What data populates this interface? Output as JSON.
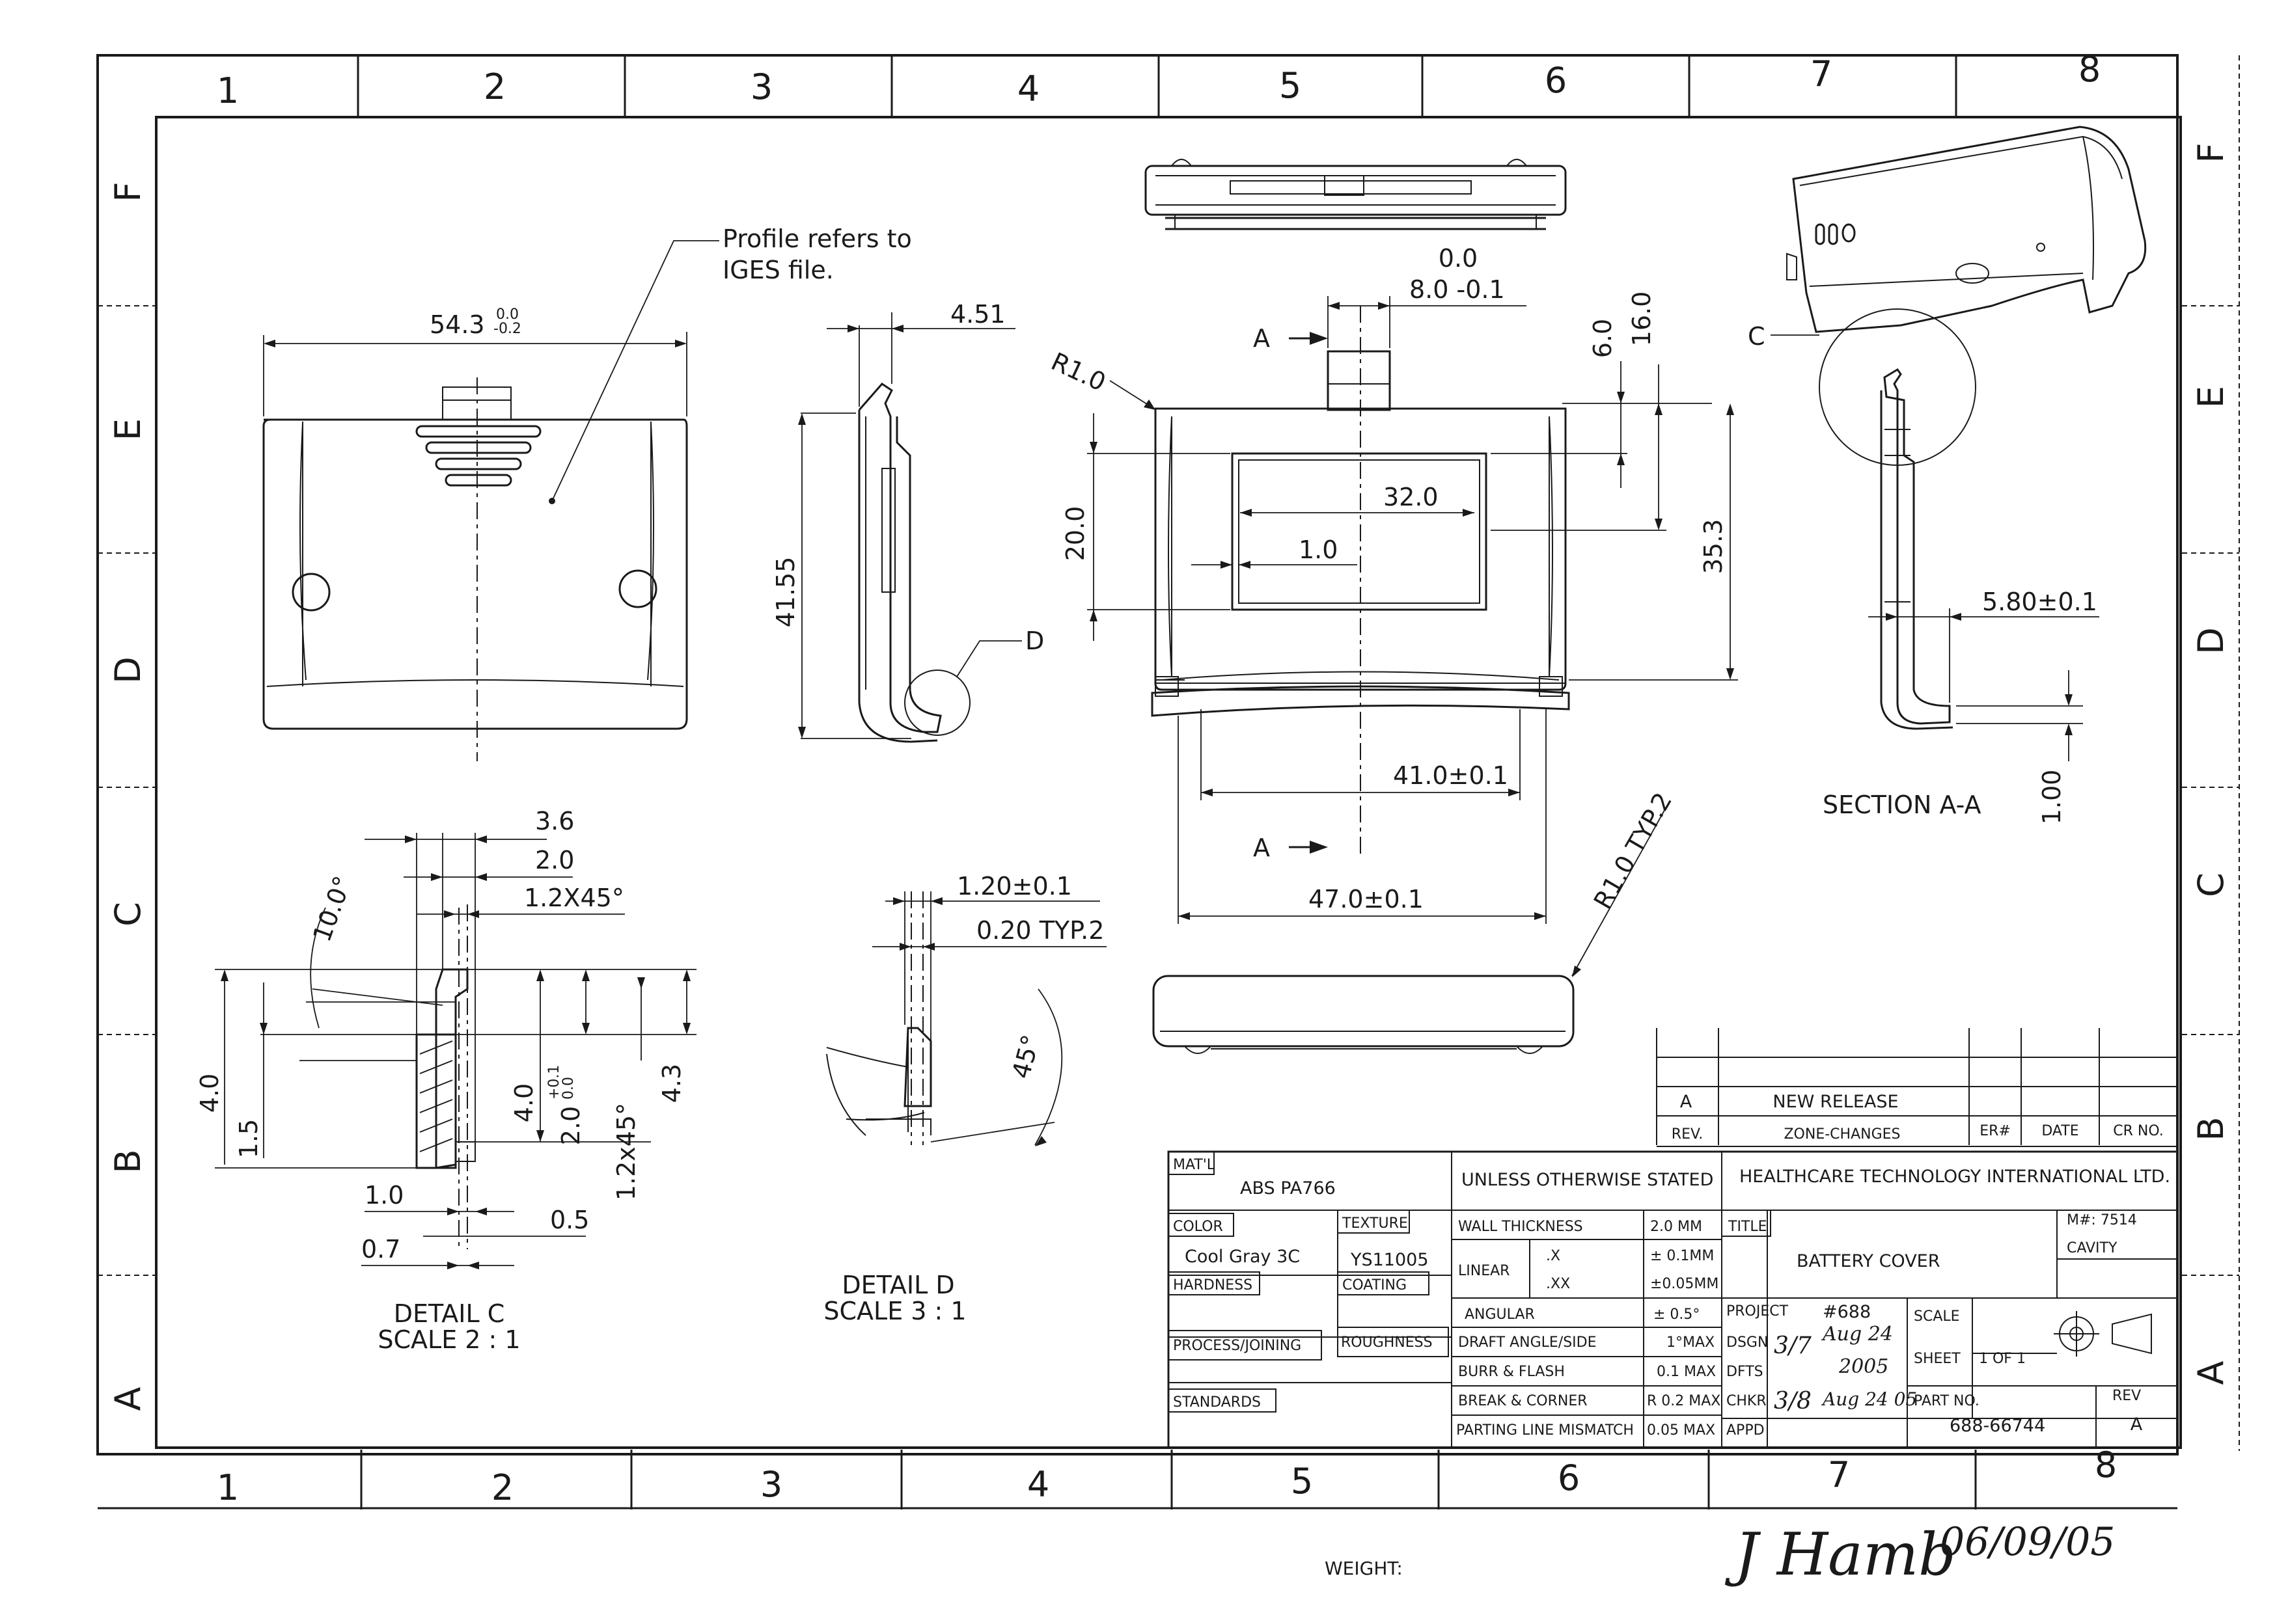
{
  "zones": {
    "columns": [
      "1",
      "2",
      "3",
      "4",
      "5",
      "6",
      "7",
      "8"
    ],
    "rows": [
      "F",
      "E",
      "D",
      "C",
      "B",
      "A"
    ]
  },
  "notes": {
    "profile_line1": "Profile refers to",
    "profile_line2": "IGES file."
  },
  "front_view": {
    "width_dim": "54.3",
    "width_tol_upper": "0.0",
    "width_tol_lower": "-0.2"
  },
  "side_view": {
    "depth_dim": "4.51",
    "height_dim": "41.55",
    "detail_d_callout": "D"
  },
  "main_view": {
    "radius": "R1.0",
    "section_marker": "A",
    "tab_tol_upper": "0.0",
    "tab_dim": "8.0 -0.1",
    "window_width": "32.0",
    "window_offset": "1.0",
    "window_height": "20.0",
    "top_dim_1": "6.0",
    "top_dim_2": "16.0",
    "total_height": "35.3",
    "inner_width": "41.0±0.1",
    "outer_width": "47.0±0.1",
    "bottom_radius": "R1.0 TYP.2"
  },
  "section_view": {
    "callout_c": "C",
    "dim_580": "5.80±0.1",
    "dim_100": "1.00",
    "title": "SECTION A-A"
  },
  "detail_c": {
    "angle": "10.0°",
    "dim_36": "3.6",
    "dim_20": "2.0",
    "chamfer": "1.2X45°",
    "dim_40_left": "4.0",
    "dim_15": "1.5",
    "dim_40": "4.0",
    "dim_20_tol": "2.0",
    "dim_20_tol_upper": "+0.1",
    "dim_20_tol_lower": "0.0",
    "chamfer_v": "1.2x45°",
    "dim_43": "4.3",
    "dim_10": "1.0",
    "dim_05": "0.5",
    "dim_07": "0.7",
    "title": "DETAIL C",
    "scale": "SCALE 2 : 1"
  },
  "detail_d": {
    "dim_120": "1.20±0.1",
    "dim_020": "0.20 TYP.2",
    "angle": "45°",
    "title": "DETAIL D",
    "scale": "SCALE 3 : 1"
  },
  "revision_block": {
    "rev": "A",
    "description": "NEW RELEASE",
    "headers": [
      "REV.",
      "ZONE-CHANGES",
      "ER#",
      "DATE",
      "CR NO."
    ]
  },
  "title_block": {
    "matl_label": "MAT'L",
    "matl_value": "ABS PA766",
    "unless_stated": "UNLESS OTHERWISE STATED",
    "company": "HEALTHCARE TECHNOLOGY INTERNATIONAL LTD.",
    "color_label": "COLOR",
    "color_value": "Cool Gray 3C",
    "texture_label": "TEXTURE",
    "texture_value": "YS11005",
    "hardness_label": "HARDNESS",
    "coating_label": "COATING",
    "wall_thickness_label": "WALL THICKNESS",
    "wall_thickness_value": "2.0 MM",
    "title_label": "TITLE",
    "title_value": "BATTERY COVER",
    "m_number": "M#: 7514",
    "cavity_label": "CAVITY",
    "linear_label": "LINEAR",
    "linear_x": ".X",
    "linear_x_tol": "± 0.1MM",
    "linear_xx": ".XX",
    "linear_xx_tol": "±0.05MM",
    "angular_label": "ANGULAR",
    "angular_value": "± 0.5°",
    "project_label": "PROJECT",
    "project_value": "#688",
    "scale_label": "SCALE",
    "process_label": "PROCESS/JOINING",
    "roughness_label": "ROUGHNESS",
    "draft_label": "DRAFT ANGLE/SIDE",
    "draft_value": "1°MAX",
    "dsgn_label": "DSGN",
    "sheet_label": "SHEET",
    "sheet_value": "1 OF 1",
    "burr_label": "BURR & FLASH",
    "burr_value": "0.1 MAX",
    "dfts_label": "DFTS",
    "standards_label": "STANDARDS",
    "break_label": "BREAK & CORNER",
    "break_value": "R 0.2 MAX",
    "chkr_label": "CHKR",
    "part_no_label": "PART NO.",
    "rev_label": "REV",
    "parting_label": "PARTING LINE MISMATCH",
    "parting_value": "0.05 MAX",
    "appd_label": "APPD",
    "part_no_value": "688-66744",
    "rev_value": "A"
  },
  "handwriting": {
    "dsgn_initials": "3/7",
    "dsgn_date": "Aug 24",
    "dfts_date": "2005",
    "chkr_initials": "3/8",
    "chkr_date": "Aug 24 05",
    "signature": "J Hamb",
    "sign_date": "06/09/05"
  },
  "footer": {
    "weight_label": "WEIGHT:"
  }
}
